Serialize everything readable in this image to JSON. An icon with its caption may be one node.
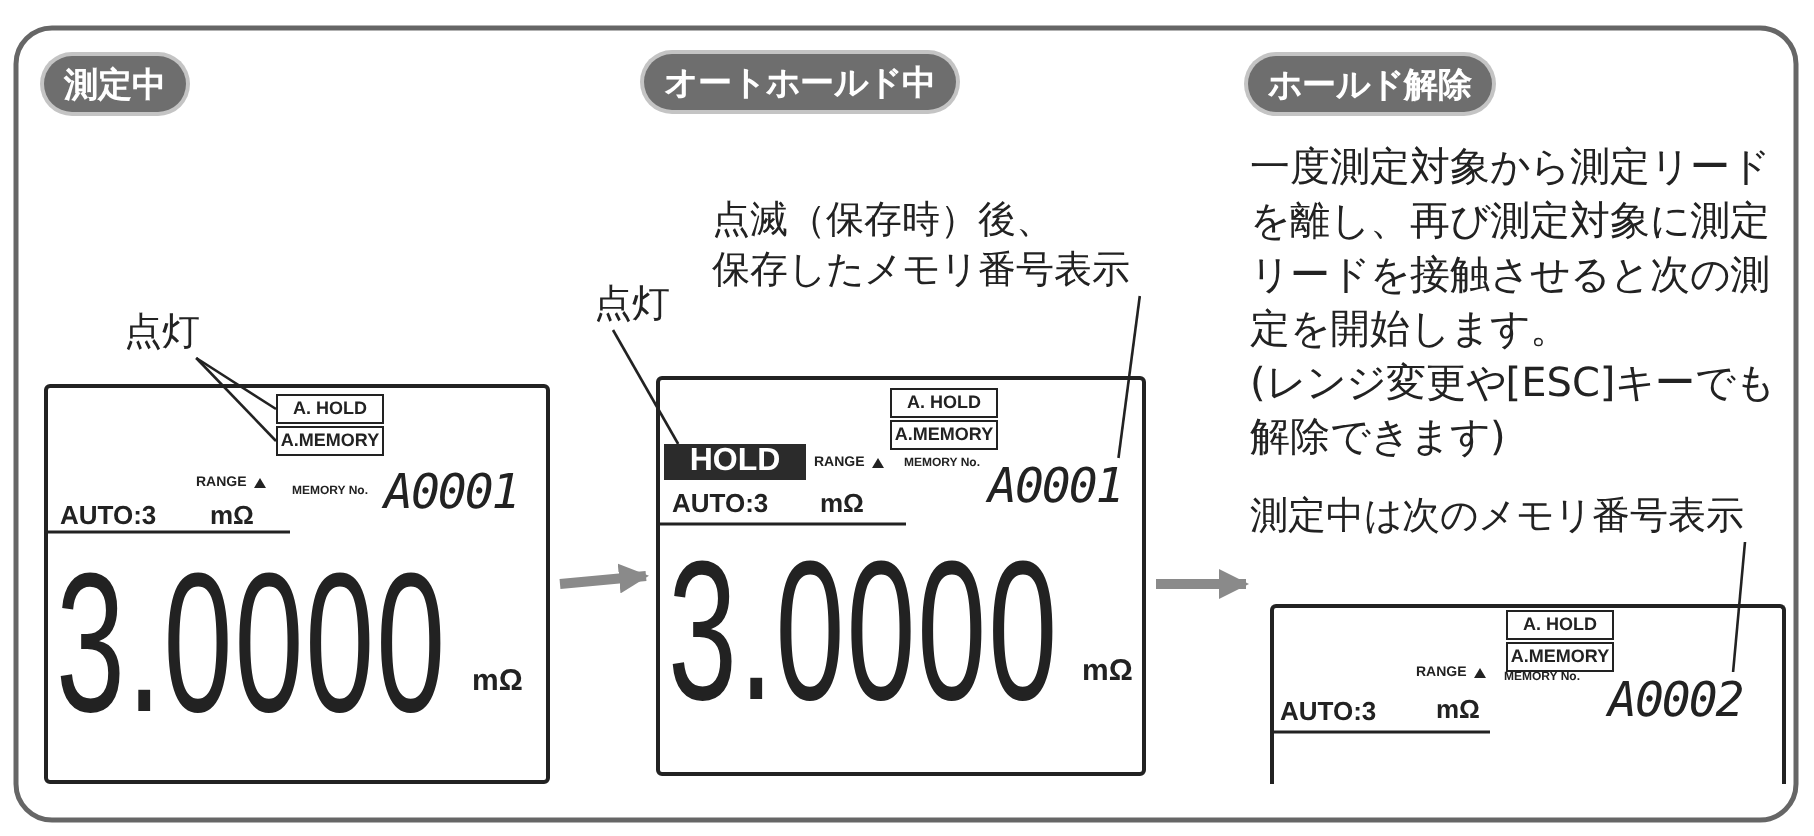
{
  "diagram": {
    "nodes": [
      {
        "text": [
          "測定中"
        ]
      },
      {
        "text": [
          "オートホールド中"
        ]
      },
      {
        "text": [
          "ホールド解除"
        ]
      },
      {
        "text": [
          "AUTO:3",
          "RANGE",
          "mΩ",
          "MEMORY No.",
          "A0001",
          "3.0000",
          "mΩ"
        ]
      },
      {
        "text": [
          "A. HOLD"
        ],
        "in": 3
      },
      {
        "text": [
          "A.MEMORY"
        ],
        "in": 3
      },
      {
        "text": [
          "点灯"
        ]
      },
      {
        "text": [
          "AUTO:3",
          "RANGE",
          "mΩ",
          "MEMORY No.",
          "3.0000",
          "mΩ"
        ]
      },
      {
        "text": [
          "HOLD"
        ],
        "in": 7
      },
      {
        "text": [
          "A. HOLD"
        ],
        "in": 7
      },
      {
        "text": [
          "A.MEMORY"
        ],
        "in": 7
      },
      {
        "text": [
          "A0001"
        ],
        "in": 7
      },
      {
        "text": [
          "点灯"
        ]
      },
      {
        "text": [
          "点滅（保存時）後、保存したメモリ番号表示"
        ]
      },
      {
        "text": [
          "AUTO:3",
          "RANGE",
          "mΩ",
          "MEMORY No."
        ]
      },
      {
        "text": [
          "A. HOLD"
        ],
        "in": 14
      },
      {
        "text": [
          "A.MEMORY"
        ],
        "in": 14
      },
      {
        "text": [
          "A0002"
        ],
        "in": 14
      },
      {
        "text": [
          "測定中は次のメモリ番号表示"
        ]
      }
    ],
    "edges": [
      {
        "from": 6,
        "to": 4,
        "arrow": "none"
      },
      {
        "from": 6,
        "to": 5,
        "arrow": "none"
      },
      {
        "from": 12,
        "to": 8,
        "arrow": "none"
      },
      {
        "from": 13,
        "to": 11,
        "arrow": "none"
      },
      {
        "from": 18,
        "to": 17,
        "arrow": "none"
      },
      {
        "from": 3,
        "to": 7,
        "arrow": "to",
        "style": "thick",
        "color": "#8a8a8a"
      },
      {
        "from": 7,
        "to": 14,
        "arrow": "to",
        "style": "thick",
        "color": "#8a8a8a"
      }
    ],
    "labels": [
      "一度測定対象から測定リードを離し、再び測定対象に測定リードを接触させると次の測定を開始します。",
      "(レンジ変更や[ESC]キーでも解除できます)"
    ]
  }
}
